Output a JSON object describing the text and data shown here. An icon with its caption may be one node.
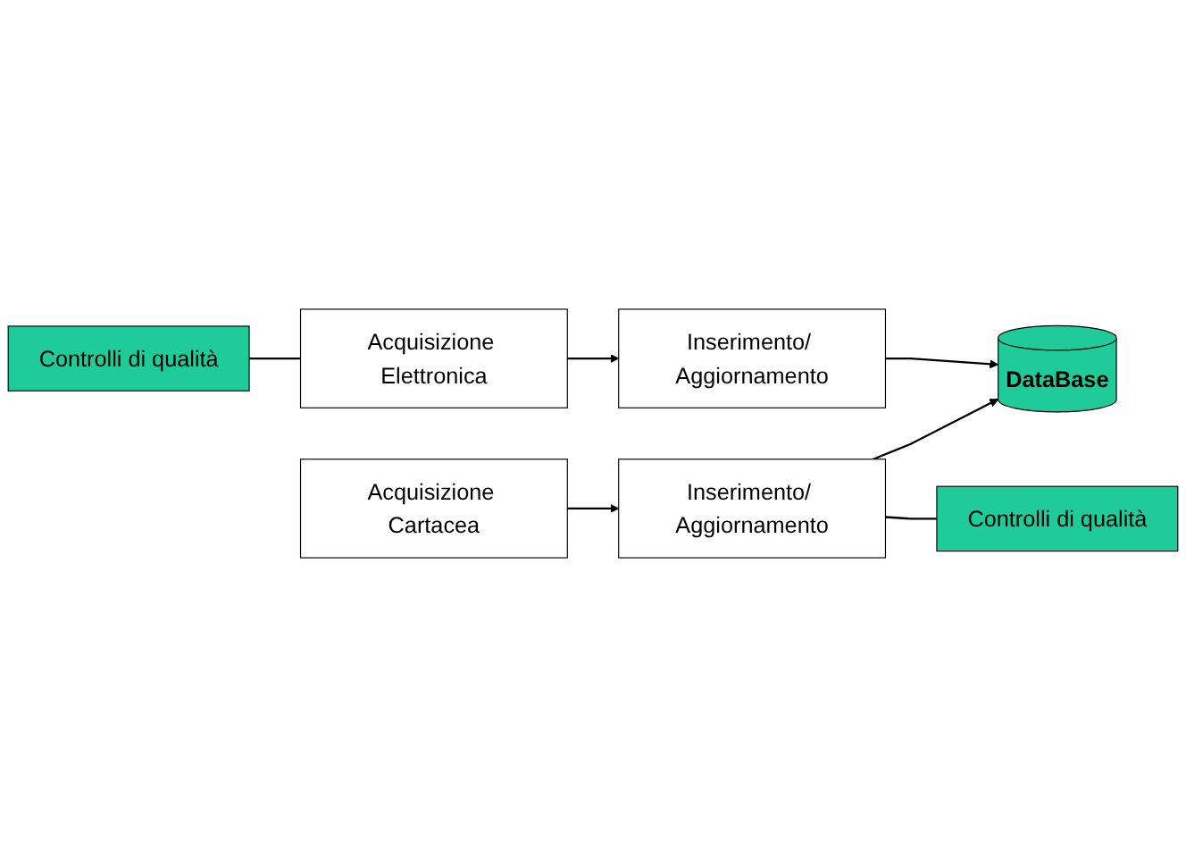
{
  "diagram": {
    "nodes": [
      {
        "text": [
          "Controlli di qualità"
        ]
      },
      {
        "text": [
          "Acquisizione Elettronica"
        ]
      },
      {
        "text": [
          "Inserimento/ Aggiornamento"
        ]
      },
      {
        "text": [
          "DataBase"
        ]
      },
      {
        "text": [
          "Acquisizione Cartacea"
        ]
      },
      {
        "text": [
          "Inserimento/ Aggiornamento"
        ]
      },
      {
        "text": [
          "Controlli di qualità"
        ]
      }
    ],
    "edges": [
      {
        "from": 0,
        "to": 1,
        "arrow": "none"
      },
      {
        "from": 1,
        "to": 2,
        "arrow": "to"
      },
      {
        "from": 2,
        "to": 3,
        "arrow": "to"
      },
      {
        "from": 4,
        "to": 5,
        "arrow": "to"
      },
      {
        "from": 5,
        "to": 3,
        "arrow": "to"
      },
      {
        "from": 5,
        "to": 6,
        "arrow": "none"
      }
    ]
  }
}
